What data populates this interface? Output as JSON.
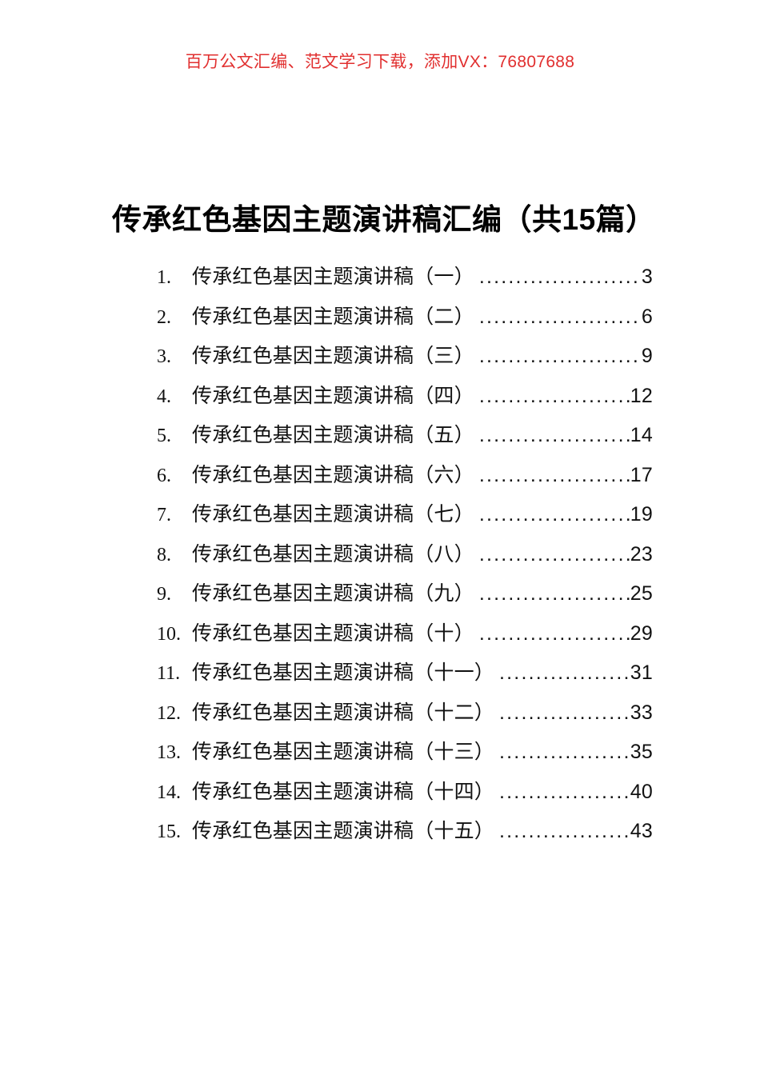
{
  "header": {
    "promo_text": "百万公文汇编、范文学习下载，添加VX：76807688",
    "promo_color": "#e12f2f"
  },
  "document": {
    "title": "传承红色基因主题演讲稿汇编（共15篇）",
    "total_count": "15"
  },
  "toc": {
    "entries": [
      {
        "num": "1.",
        "label": "传承红色基因主题演讲稿（一）",
        "page": "3"
      },
      {
        "num": "2.",
        "label": "传承红色基因主题演讲稿（二）",
        "page": "6"
      },
      {
        "num": "3.",
        "label": "传承红色基因主题演讲稿（三）",
        "page": "9"
      },
      {
        "num": "4.",
        "label": "传承红色基因主题演讲稿（四）",
        "page": "12"
      },
      {
        "num": "5.",
        "label": "传承红色基因主题演讲稿（五）",
        "page": "14"
      },
      {
        "num": "6.",
        "label": "传承红色基因主题演讲稿（六）",
        "page": "17"
      },
      {
        "num": "7.",
        "label": "传承红色基因主题演讲稿（七）",
        "page": "19"
      },
      {
        "num": "8.",
        "label": "传承红色基因主题演讲稿（八）",
        "page": "23"
      },
      {
        "num": "9.",
        "label": "传承红色基因主题演讲稿（九）",
        "page": "25"
      },
      {
        "num": "10.",
        "label": "传承红色基因主题演讲稿（十）",
        "page": "29"
      },
      {
        "num": "11.",
        "label": "传承红色基因主题演讲稿（十一）",
        "page": "31"
      },
      {
        "num": "12.",
        "label": "传承红色基因主题演讲稿（十二）",
        "page": "33"
      },
      {
        "num": "13.",
        "label": "传承红色基因主题演讲稿（十三）",
        "page": "35"
      },
      {
        "num": "14.",
        "label": "传承红色基因主题演讲稿（十四）",
        "page": "40"
      },
      {
        "num": "15.",
        "label": "传承红色基因主题演讲稿（十五）",
        "page": "43"
      }
    ]
  }
}
